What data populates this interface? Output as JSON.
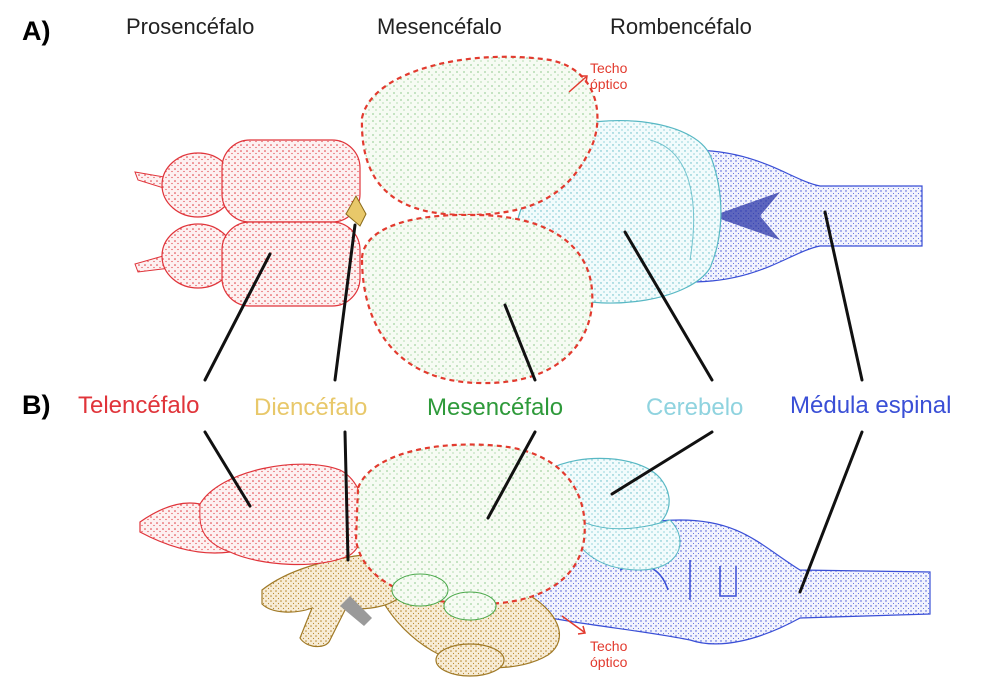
{
  "panels": {
    "a": "A)",
    "b": "B)"
  },
  "regions": {
    "forebrain": "Prosencéfalo",
    "midbrain": "Mesencéfalo",
    "hindbrain": "Rombencéfalo"
  },
  "optic_tectum": {
    "line1": "Techo",
    "line2": "óptico"
  },
  "parts": {
    "telencephalon": "Telencéfalo",
    "diencephalon": "Diencéfalo",
    "mesencephalon": "Mesencéfalo",
    "cerebellum": "Cerebelo",
    "spinal_cord": "Médula espinal"
  },
  "colors": {
    "telencephalon": "#e0343a",
    "diencephalon": "#e8c86a",
    "mesencephalon": "#2e9a3a",
    "cerebellum": "#8fd3df",
    "spinal_cord": "#3a4fd6",
    "tectum_outline": "#e23a2e",
    "leader": "#111111"
  }
}
